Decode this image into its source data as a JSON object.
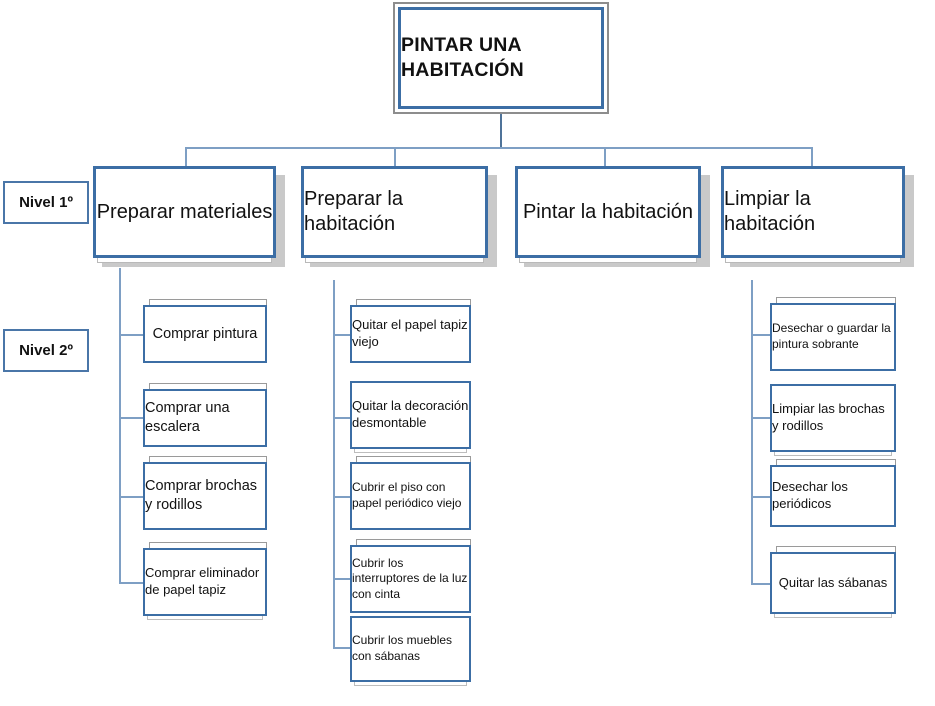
{
  "diagram": {
    "title": "PINTAR UNA HABITACIÓN",
    "colors": {
      "node_border": "#3c6ea5",
      "connector": "#7e9fc4",
      "shadow": "#c9c9c9",
      "root_outer_border": "#8d8d8d",
      "background": "#ffffff"
    },
    "level_tags": [
      {
        "label": "Nivel 1º"
      },
      {
        "label": "Nivel 2º"
      }
    ],
    "branches": [
      {
        "label": "Preparar materiales",
        "children": [
          {
            "label": "Comprar pintura"
          },
          {
            "label": "Comprar una escalera"
          },
          {
            "label": "Comprar brochas y rodillos"
          },
          {
            "label": "Comprar eliminador de papel tapiz"
          }
        ]
      },
      {
        "label": "Preparar la habitación",
        "children": [
          {
            "label": "Quitar el papel tapiz viejo"
          },
          {
            "label": "Quitar la decoración desmontable"
          },
          {
            "label": "Cubrir el piso con papel periódico viejo"
          },
          {
            "label": "Cubrir los interruptores de la luz con cinta"
          },
          {
            "label": "Cubrir los muebles con sábanas"
          }
        ]
      },
      {
        "label": "Pintar la habitación",
        "children": []
      },
      {
        "label": "Limpiar la habitación",
        "children": [
          {
            "label": "Desechar o guardar la pintura sobrante"
          },
          {
            "label": "Limpiar las brochas y rodillos"
          },
          {
            "label": "Desechar los periódicos"
          },
          {
            "label": "Quitar las sábanas"
          }
        ]
      }
    ]
  }
}
